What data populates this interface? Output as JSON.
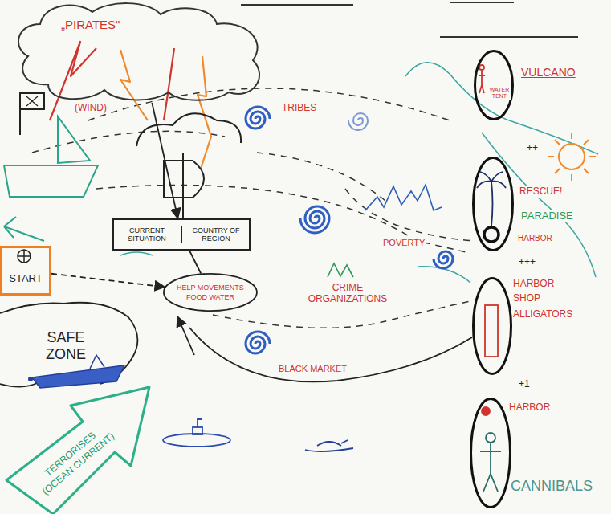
{
  "diagram": {
    "nodes": [
      {
        "text": [
          "„PIRATES\""
        ]
      },
      {
        "text": [
          "CURRENT SITUATION",
          "COUNTRY OF REGION"
        ]
      },
      {
        "text": [
          "HELP MOVEMENTS",
          "FOOD WATER"
        ]
      },
      {
        "text": [
          "START"
        ]
      },
      {
        "text": [
          "VULCANO",
          "WATER TENT"
        ]
      },
      {
        "text": [
          "HARBOR"
        ]
      },
      {
        "text": [
          "HARBOR",
          "SHOP",
          "ALLIGATORS"
        ]
      },
      {
        "text": [
          "HARBOR",
          "CANNIBALS"
        ]
      },
      {
        "text": [
          "TERRORISES",
          "(OCEAN CURRENT)"
        ]
      }
    ],
    "edges": [
      {
        "from": 0,
        "to": 1,
        "arrow": "to"
      },
      {
        "from": 2,
        "to": 1,
        "arrow": "none"
      },
      {
        "from": 3,
        "to": 2,
        "arrow": "to"
      }
    ],
    "labels": [
      "(WIND)",
      "TRIBES",
      "++",
      "RESCUE!",
      "PARADISE",
      "POVERTY",
      "+++",
      "CRIME ORGANIZATIONS",
      "SAFE ZONE",
      "BLACK MARKET",
      "+1"
    ]
  }
}
